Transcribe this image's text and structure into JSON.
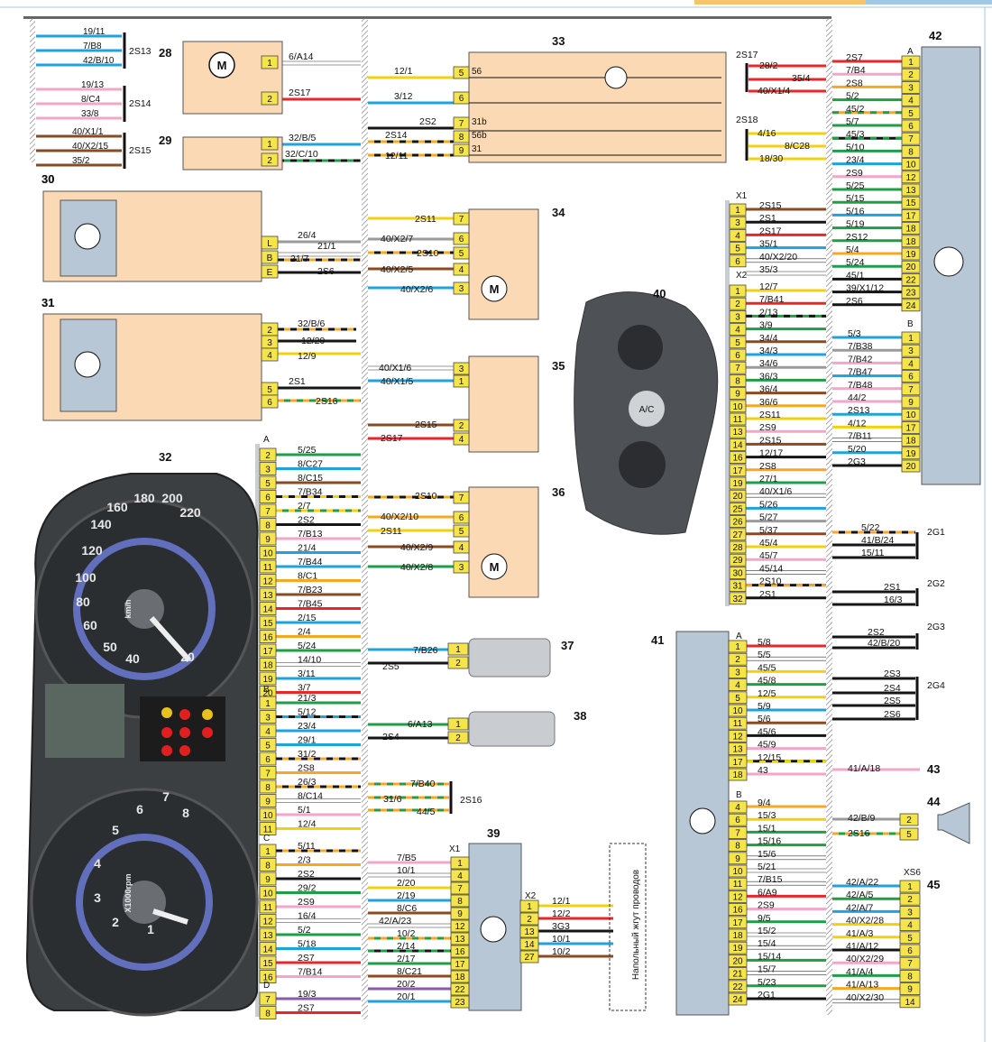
{
  "colors": {
    "yellow": "#f2d20f",
    "red": "#e8262b",
    "black": "#151515",
    "blue": "#1fa3dd",
    "green": "#1f9e48",
    "brown": "#8a4b22",
    "grey": "#9b9b9b",
    "pink": "#f2a6c8",
    "orange": "#f7a823",
    "white": "#ffffff",
    "violet": "#8b5aa8"
  },
  "cluster_32": {
    "number": "32",
    "speed_ticks": [
      "20",
      "40",
      "50",
      "60",
      "80",
      "100",
      "120",
      "140",
      "160",
      "180",
      "200",
      "220"
    ],
    "speed_unit": "km/h",
    "rpm_ticks": [
      "1",
      "2",
      "3",
      "4",
      "5",
      "6",
      "7",
      "8"
    ],
    "rpm_unit": "X1000rpm"
  },
  "panel_40": {
    "number": "40",
    "ac": "A/C"
  },
  "block_41": {
    "number": "41"
  },
  "block_42": {
    "number": "42"
  },
  "floor_harness": "Напольный жгут проводов"
}
